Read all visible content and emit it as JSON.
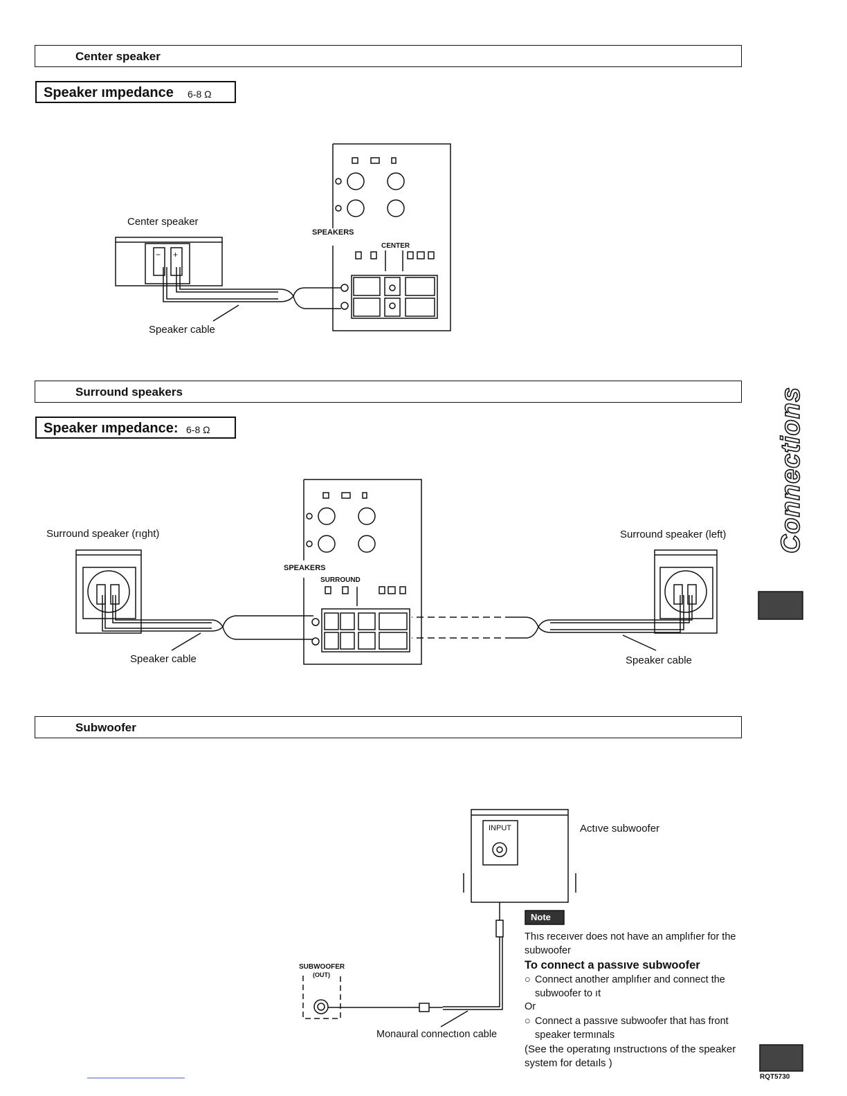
{
  "sections": {
    "center": {
      "title": "Center speaker",
      "impedance_label": "Speaker ımpedance",
      "impedance_value": "6-8 Ω"
    },
    "surround": {
      "title": "Surround speakers",
      "impedance_label": "Speaker ımpedance:",
      "impedance_value": "6-8 Ω"
    },
    "subwoofer": {
      "title": "Subwoofer"
    }
  },
  "center_diagram": {
    "speaker_label": "Center speaker",
    "cable_label": "Speaker cable",
    "panel_label": "SPEAKERS",
    "terminal_label": "CENTER"
  },
  "surround_diagram": {
    "right_label": "Surround speaker (rıght)",
    "left_label": "Surround speaker (left)",
    "cable_label_left": "Speaker cable",
    "cable_label_right": "Speaker cable",
    "panel_label": "SPEAKERS",
    "terminal_label": "SURROUND"
  },
  "subwoofer_diagram": {
    "active_label": "Actıve subwoofer",
    "input_label": "INPUT",
    "output_label": "SUBWOOFER",
    "output_sub": "(OUT)",
    "cable_label": "Monaural connectıon cable",
    "note_badge": "Note",
    "note_text": "Thıs receıver does not have an amplıfıer for the subwoofer",
    "passive_heading": "To connect a passıve subwoofer",
    "bullet1": "Connect another amplıfıer and connect the subwoofer to ıt",
    "or_text": "Or",
    "bullet2": "Connect a passıve subwoofer that has front speaker termınals",
    "see_text": "(See the operatıng ınstructıons of the speaker system for detaıls )"
  },
  "side_tab": "Connections",
  "doc_code": "RQT5730"
}
